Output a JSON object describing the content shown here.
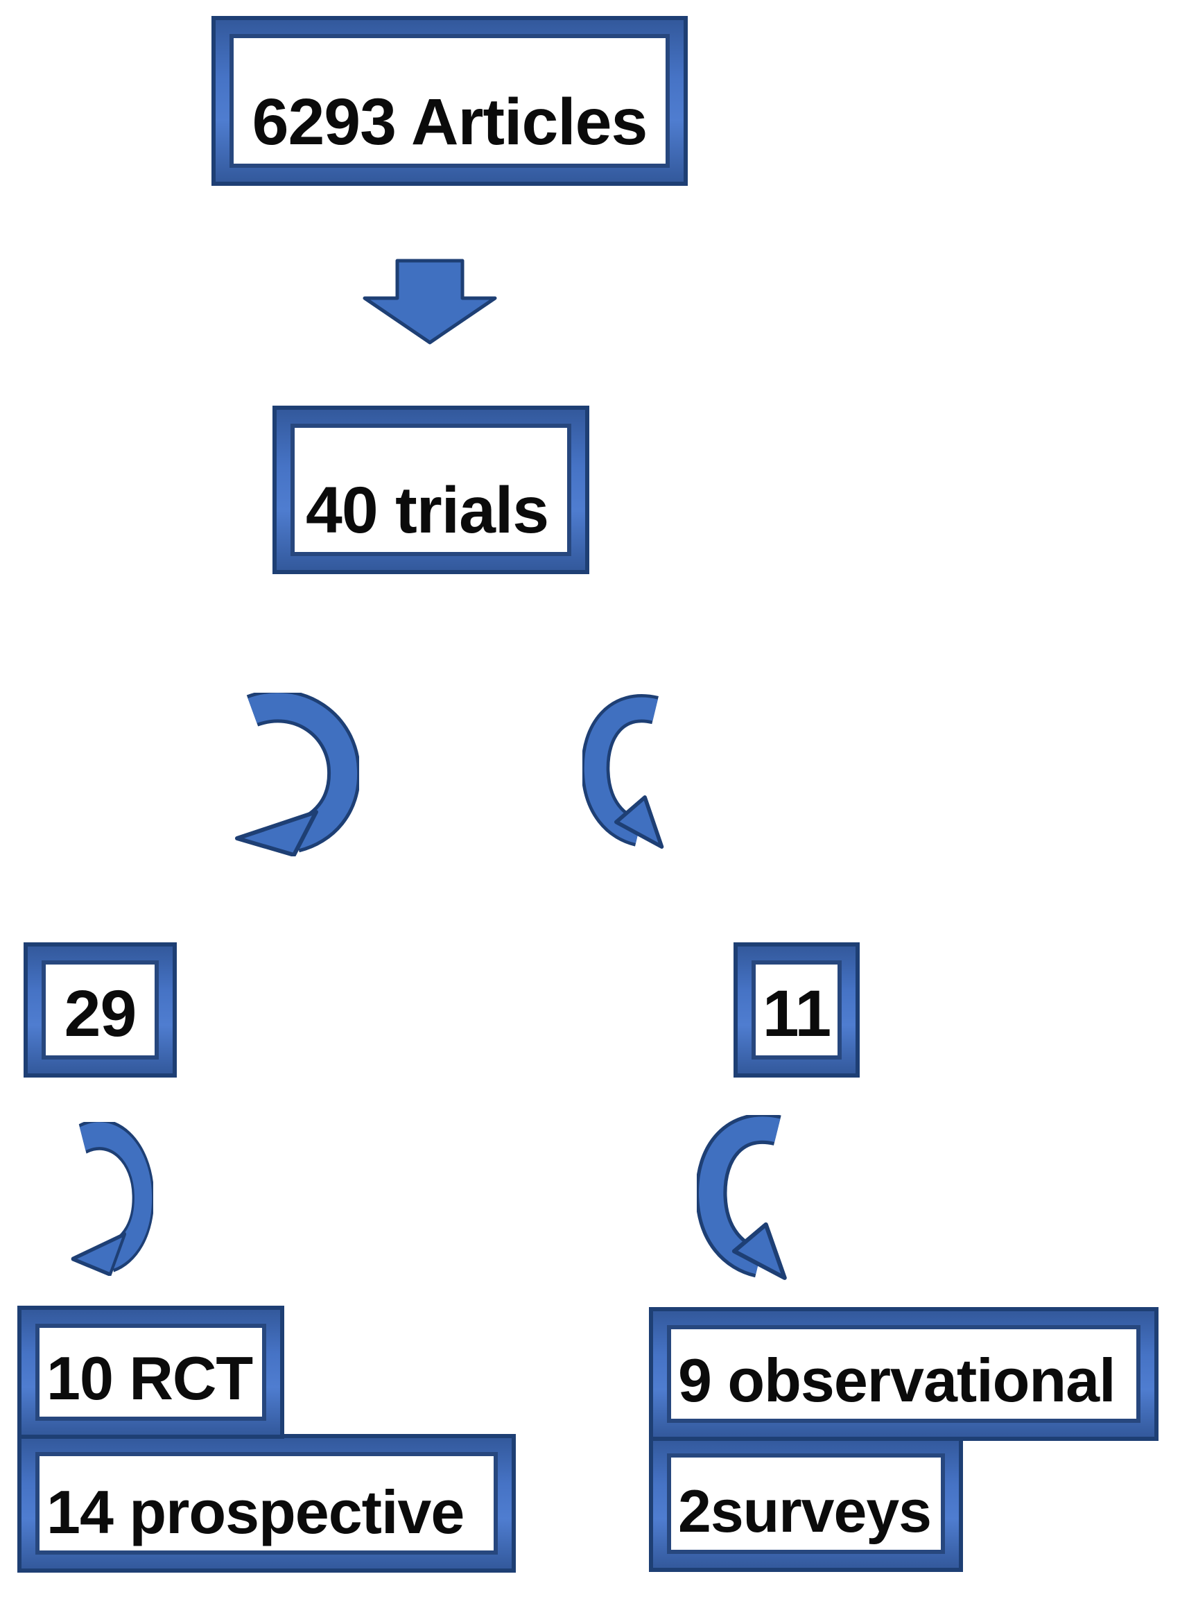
{
  "figure": {
    "title": "article screening flow diagram",
    "colors": {
      "band_blue": "#4673c5",
      "edge_navy": "#1e3f74",
      "arrow_blue": "#4070c0",
      "text_black": "#0b0b0b",
      "background": "#ffffff"
    },
    "nodes": {
      "articles": {
        "label": "6293 Articles"
      },
      "trials": {
        "label": "40 trials"
      },
      "left_count": {
        "label": "29"
      },
      "right_count": {
        "label": "11"
      },
      "rct": {
        "label": "10 RCT"
      },
      "prospective": {
        "label": "14 prospective"
      },
      "observational": {
        "label": "9 observational"
      },
      "surveys": {
        "label": "2surveys"
      }
    },
    "connectors": [
      {
        "icon": "down-block-arrow-icon",
        "from": "articles",
        "to": "trials"
      },
      {
        "icon": "curved-arrow-down-left-icon",
        "from": "trials",
        "to": "left_count"
      },
      {
        "icon": "curved-arrow-down-right-icon",
        "from": "trials",
        "to": "right_count"
      },
      {
        "icon": "curved-arrow-down-left-icon",
        "from": "left_count",
        "to": "rct_prospective"
      },
      {
        "icon": "curved-arrow-down-right-icon",
        "from": "right_count",
        "to": "observational_surveys"
      }
    ]
  }
}
